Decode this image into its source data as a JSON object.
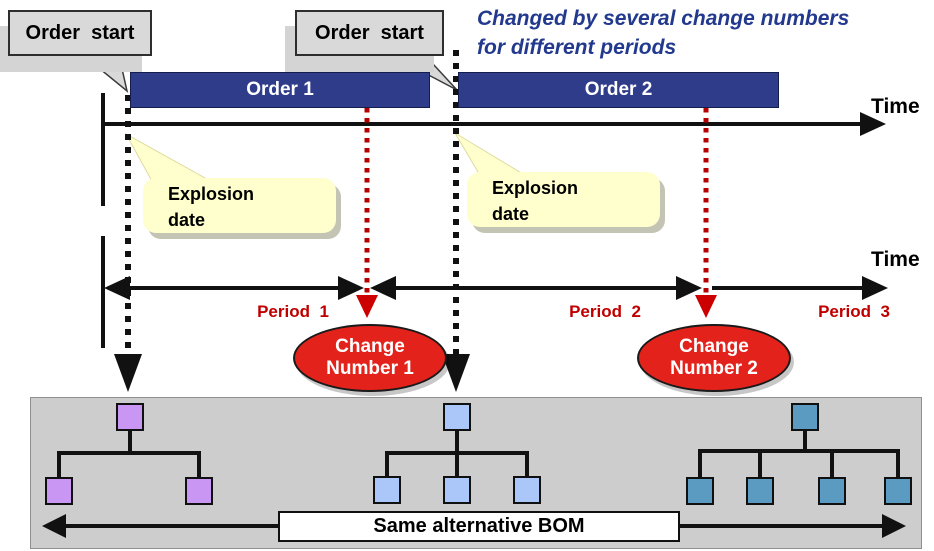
{
  "annotation": {
    "heading_line1": "Changed by several change numbers",
    "heading_line2": "for different periods"
  },
  "callouts": {
    "order_start": "Order  start",
    "explosion_line1": "Explosion",
    "explosion_line2": "date"
  },
  "orders": [
    {
      "label": "Order 1"
    },
    {
      "label": "Order 2"
    }
  ],
  "axis": {
    "time_label": "Time"
  },
  "periods": [
    {
      "label": "Period  1"
    },
    {
      "label": "Period  2"
    },
    {
      "label": "Period  3"
    }
  ],
  "change_numbers": [
    {
      "line1": "Change",
      "line2": "Number 1"
    },
    {
      "line1": "Change",
      "line2": "Number 2"
    }
  ],
  "bom": {
    "same_alternative_label": "Same alternative BOM"
  },
  "colors": {
    "order_bar": "#2E3C8A",
    "annotation_text": "#22398E",
    "period_text": "#C00000",
    "change_ellipse": "#E3231B",
    "explosion_callout": "#FFFFCE",
    "order_start_callout": "#D9D9D9",
    "panel_background": "#CDCDCD",
    "red_dotted_line": "#B40000",
    "bom_tree_1": "#C996F4",
    "bom_tree_2": "#ABC6F8",
    "bom_tree_3": "#5C9BC1"
  }
}
